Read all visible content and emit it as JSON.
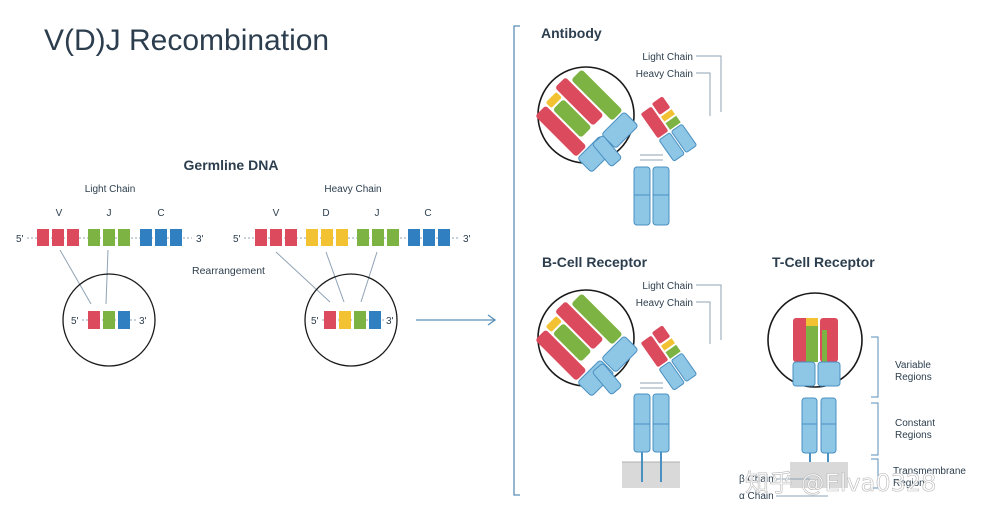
{
  "title": "V(D)J Recombination",
  "colors": {
    "v": "#dc4a5e",
    "d": "#f2c233",
    "j": "#7cb342",
    "c": "#2f7fc1",
    "domain": "#8ec6e6",
    "line": "#8fa3b5",
    "bracket": "#5a8fb8",
    "text": "#2c3e4e",
    "membrane": "#d9d9d9"
  },
  "germline": {
    "heading": "Germline DNA",
    "rearrangement_label": "Rearrangement",
    "prime5": "5'",
    "prime3": "3'",
    "light_chain": {
      "label": "Light Chain",
      "segment_labels": [
        "V",
        "J",
        "C"
      ]
    },
    "heavy_chain": {
      "label": "Heavy Chain",
      "segment_labels": [
        "V",
        "D",
        "J",
        "C"
      ]
    }
  },
  "antibody": {
    "heading": "Antibody",
    "light_chain_label": "Light Chain",
    "heavy_chain_label": "Heavy Chain"
  },
  "bcr": {
    "heading": "B-Cell Receptor",
    "light_chain_label": "Light Chain",
    "heavy_chain_label": "Heavy Chain"
  },
  "tcr": {
    "heading": "T-Cell Receptor",
    "variable_regions": [
      "Variable",
      "Regions"
    ],
    "constant_regions": [
      "Constant",
      "Regions"
    ],
    "transmembrane_region": [
      "Transmembrane",
      "Region"
    ],
    "beta_chain": "β Chain",
    "alpha_chain": "α Chain"
  },
  "watermark": "知乎 @Elva0328"
}
